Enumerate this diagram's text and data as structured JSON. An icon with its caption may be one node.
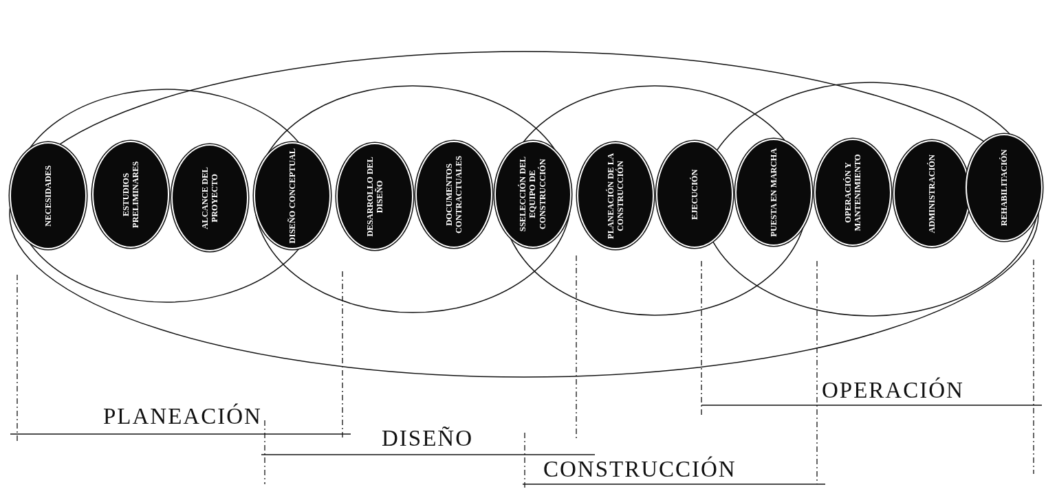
{
  "diagram": {
    "nodes": [
      {
        "text": [
          "NECESIDADES"
        ]
      },
      {
        "text": [
          "ESTUDIOS PRELIMINARES"
        ]
      },
      {
        "text": [
          "ALCANCE DEL PROYECTO"
        ]
      },
      {
        "text": [
          "DISEÑO CONCEPTUAL"
        ]
      },
      {
        "text": [
          "DESARROLLO DEL DISEÑO"
        ]
      },
      {
        "text": [
          "DOCUMENTOS CONTRACTUALES"
        ]
      },
      {
        "text": [
          "SSELECCIÓN DEL EQUIPO DE CONSTRUCCIÓN"
        ]
      },
      {
        "text": [
          "PLANEACIÓN DE LA CONSTRUCCIÓN"
        ]
      },
      {
        "text": [
          "EJECUCIÓN"
        ]
      },
      {
        "text": [
          "PUESTA EN MARCHA"
        ]
      },
      {
        "text": [
          "OPERACIÓN Y MANTENIMIENTO"
        ]
      },
      {
        "text": [
          "ADMINISTRACIÓN"
        ]
      },
      {
        "text": [
          "REHABILITACIÓN"
        ]
      }
    ],
    "labels": [
      "PLANEACIÓN",
      "DISEÑO",
      "CONSTRUCCIÓN",
      "OPERACIÓN"
    ]
  }
}
